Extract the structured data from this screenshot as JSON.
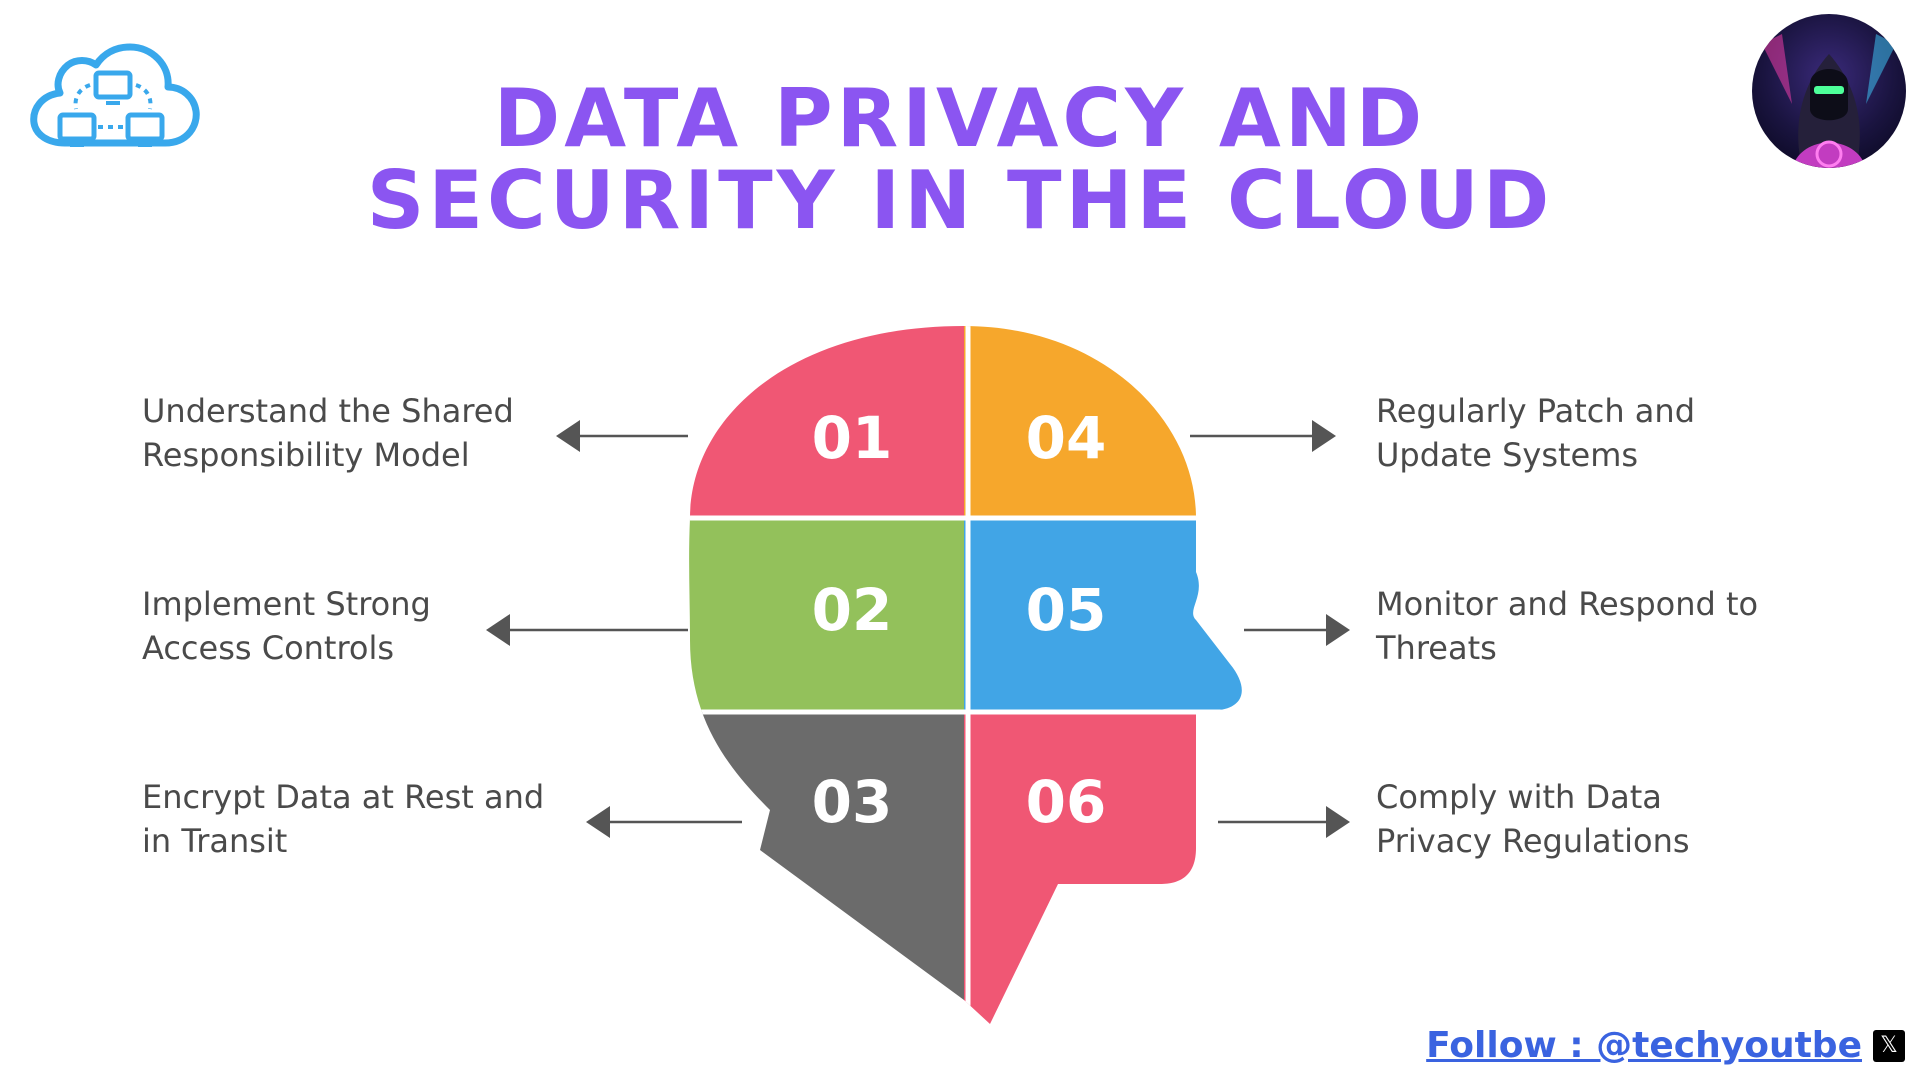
{
  "title": {
    "line1": "DATA PRIVACY AND",
    "line2": "SECURITY IN THE CLOUD"
  },
  "colors": {
    "title": "#8b55f1",
    "segment_01": "#f05774",
    "segment_02": "#93c15b",
    "segment_03": "#6b6b6b",
    "segment_04": "#f6a72c",
    "segment_05": "#41a5e6",
    "segment_06": "#f05774",
    "logo": "#39a8ec",
    "link": "#3a63e0"
  },
  "segments": [
    {
      "number": "01",
      "text_line1": "Understand the Shared",
      "text_line2": "Responsibility Model"
    },
    {
      "number": "02",
      "text_line1": "Implement Strong",
      "text_line2": "Access Controls"
    },
    {
      "number": "03",
      "text_line1": "Encrypt Data at Rest and",
      "text_line2": "in Transit"
    },
    {
      "number": "04",
      "text_line1": "Regularly Patch and",
      "text_line2": "Update Systems"
    },
    {
      "number": "05",
      "text_line1": "Monitor and Respond to",
      "text_line2": "Threats"
    },
    {
      "number": "06",
      "text_line1": "Comply with Data",
      "text_line2": "Privacy Regulations"
    }
  ],
  "footer": {
    "follow_label": "Follow : @techyoutbe",
    "x_icon_glyph": "𝕏"
  },
  "icons": {
    "logo": "cloud-network-icon",
    "avatar": "hooded-hacker-avatar",
    "social": "x-logo-icon"
  }
}
